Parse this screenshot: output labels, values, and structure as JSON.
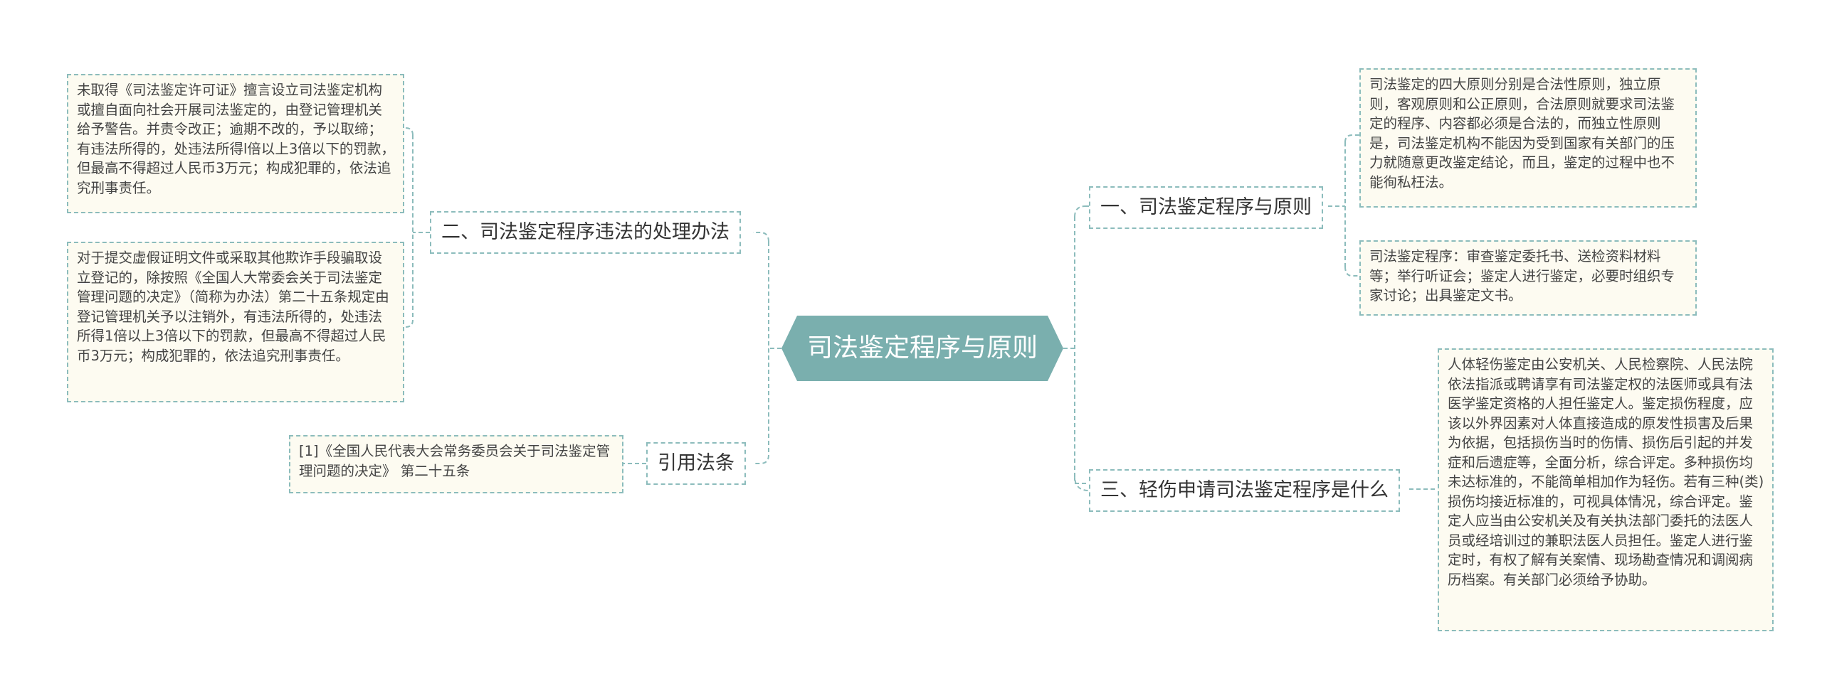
{
  "center": {
    "title": "司法鉴定程序与原则"
  },
  "branches": {
    "b1": {
      "title": "一、司法鉴定程序与原则",
      "leaves": [
        "司法鉴定的四大原则分别是合法性原则，独立原则，客观原则和公正原则，合法原则就要求司法鉴定的程序、内容都必须是合法的，而独立性原则是，司法鉴定机构不能因为受到国家有关部门的压力就随意更改鉴定结论，而且，鉴定的过程中也不能徇私枉法。",
        "司法鉴定程序：审查鉴定委托书、送检资料材料等；举行听证会；鉴定人进行鉴定，必要时组织专家讨论；出具鉴定文书。"
      ]
    },
    "b3": {
      "title": "三、轻伤申请司法鉴定程序是什么",
      "leaves": [
        "人体轻伤鉴定由公安机关、人民检察院、人民法院依法指派或聘请享有司法鉴定权的法医师或具有法医学鉴定资格的人担任鉴定人。鉴定损伤程度，应该以外界因素对人体直接造成的原发性损害及后果为依据，包括损伤当时的伤情、损伤后引起的并发症和后遗症等，全面分析，综合评定。多种损伤均未达标准的，不能简单相加作为轻伤。若有三种(类)损伤均接近标准的，可视具体情况，综合评定。鉴定人应当由公安机关及有关执法部门委托的法医人员或经培训过的兼职法医人员担任。鉴定人进行鉴定时，有权了解有关案情、现场勘查情况和调阅病历档案。有关部门必须给予协助。"
      ]
    },
    "b2": {
      "title": "二、司法鉴定程序违法的处理办法",
      "leaves": [
        "未取得《司法鉴定许可证》擅言设立司法鉴定机构或擅自面向社会开展司法鉴定的，由登记管理机关给予警告。并责令改正；逾期不改的，予以取缔；有违法所得的，处违法所得l倍以上3倍以下的罚款，但最高不得超过人民币3万元；构成犯罪的，依法追究刑事责任。",
        "对于提交虚假证明文件或采取其他欺诈手段骗取设立登记的，除按照《全国人大常委会关于司法鉴定管理问题的决定》（简称为办法）第二十五条规定由登记管理机关予以注销外，有违法所得的，处违法所得1倍以上3倍以下的罚款，但最高不得超过人民币3万元；构成犯罪的，依法追究刑事责任。"
      ]
    },
    "b4": {
      "title": "引用法条",
      "leaves": [
        "[1]《全国人民代表大会常务委员会关于司法鉴定管理问题的决定》 第二十五条"
      ]
    }
  },
  "colors": {
    "center_fill": "#7aafae",
    "line": "#8cbcbc",
    "leaf_fill": "#fdfbf1"
  }
}
